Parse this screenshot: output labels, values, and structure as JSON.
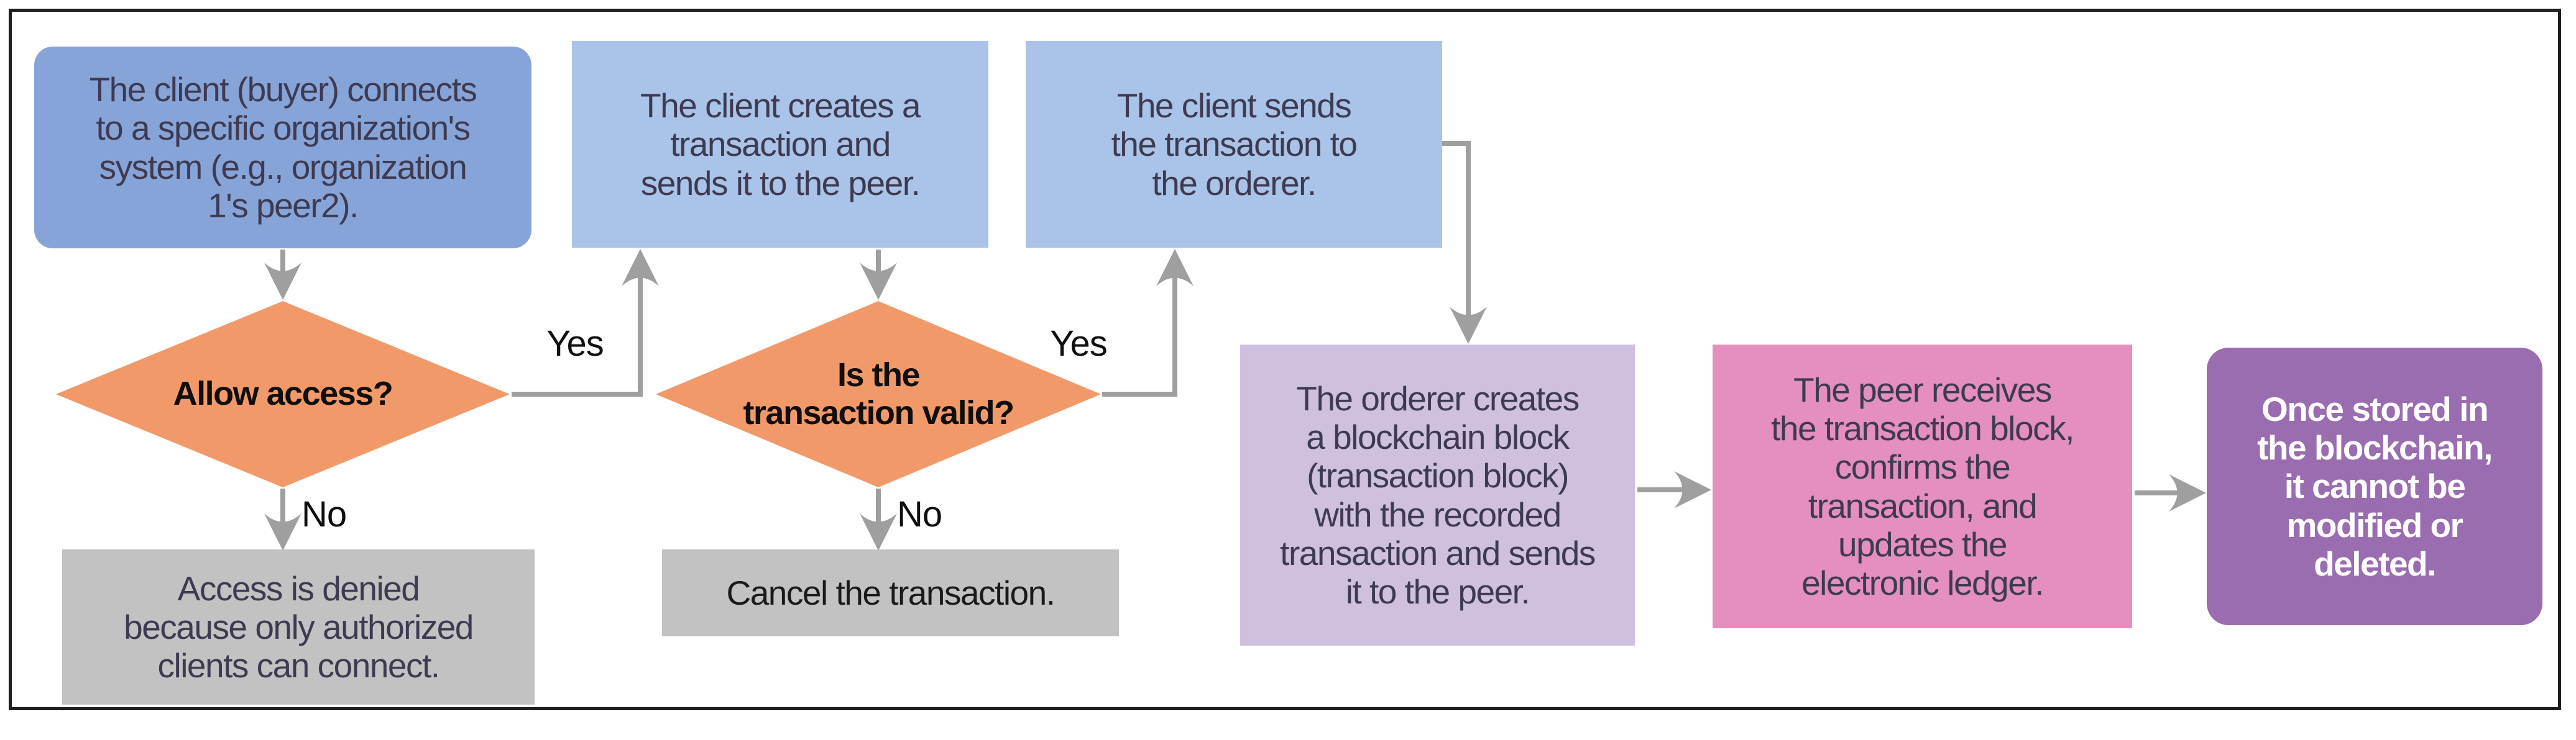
{
  "colors": {
    "frame_border": "#1f1f1f",
    "connector_gray": "#9f9f9f",
    "node_text_dark": "#3e3a52",
    "label_text": "#0f0f0f",
    "white_text": "#ffffff",
    "blue_dark": "#86a4d8",
    "blue_light": "#a9c4e8",
    "orange": "#f2996a",
    "gray_box": "#c2c2c2",
    "lavender": "#cfc0e0",
    "pink": "#e48fbe",
    "purple": "#9a6cb0"
  },
  "flowchart": {
    "nodes": {
      "client_connects": {
        "text": "The client (buyer) connects\nto a specific organization's\nsystem (e.g., organization\n1's peer2)."
      },
      "allow_access": {
        "text": "Allow access?"
      },
      "access_denied": {
        "text": "Access is denied\nbecause only authorized\nclients can connect."
      },
      "create_transaction": {
        "text": "The client creates a\ntransaction and\nsends it to the peer."
      },
      "transaction_valid": {
        "text": "Is the\ntransaction valid?"
      },
      "cancel_transaction": {
        "text": "Cancel the transaction."
      },
      "send_to_orderer": {
        "text": "The client sends\nthe transaction to\nthe orderer."
      },
      "orderer_creates_block": {
        "text": "The orderer creates\na blockchain block\n(transaction block)\nwith the recorded\ntransaction and sends\nit to the peer."
      },
      "peer_receives_block": {
        "text": "The peer receives\nthe transaction block,\nconfirms the\ntransaction, and\nupdates the\nelectronic ledger."
      },
      "immutable_storage": {
        "text": "Once stored in\nthe blockchain,\nit cannot be\nmodified or\ndeleted."
      }
    },
    "labels": {
      "yes1": "Yes",
      "no1": "No",
      "yes2": "Yes",
      "no2": "No"
    }
  }
}
